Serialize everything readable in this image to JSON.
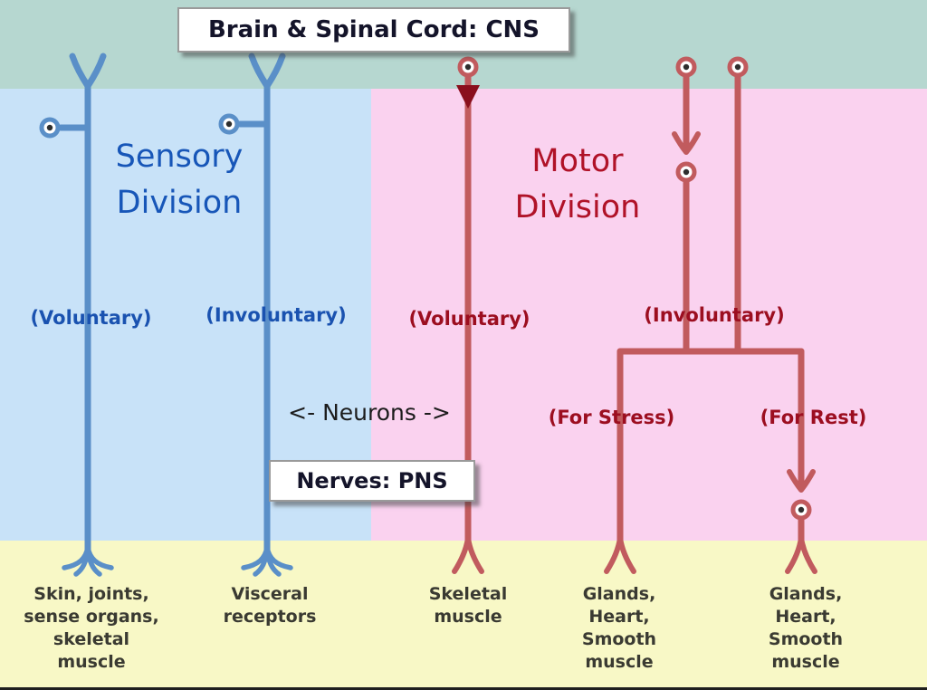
{
  "colors": {
    "cns_band_bg": "#b6d7d0",
    "sensory_bg": "#c8e2f8",
    "motor_bg": "#fad2ef",
    "targets_bg": "#f8f8c6",
    "sensory_line": "#5a8fc8",
    "sensory_title_text": "#1756b8",
    "sensory_label_text": "#1a52b0",
    "motor_line": "#c15b5e",
    "motor_title_text": "#b01228",
    "motor_label_text": "#9c0e20",
    "arrow": "#8a0f1d",
    "box_title_text": "#14142a",
    "target_text": "#3a3a32"
  },
  "cns": {
    "title": "Brain & Spinal Cord: CNS"
  },
  "pns": {
    "title": "Nerves: PNS"
  },
  "neurons_label": "<- Neurons ->",
  "sensory": {
    "division_title": "Sensory\nDivision",
    "voluntary_label": "(Voluntary)",
    "involuntary_label": "(Involuntary)"
  },
  "motor": {
    "division_title": "Motor\nDivision",
    "voluntary_label": "(Voluntary)",
    "involuntary_label": "(Involuntary)",
    "stress_label": "(For Stress)",
    "rest_label": "(For Rest)"
  },
  "targets": [
    {
      "name": "sensory-voluntary",
      "label": "Skin, joints,\nsense organs,\nskeletal\nmuscle"
    },
    {
      "name": "sensory-involuntary",
      "label": "Visceral\nreceptors"
    },
    {
      "name": "motor-voluntary",
      "label": "Skeletal\nmuscle"
    },
    {
      "name": "motor-for-stress",
      "label": "Glands,\nHeart,\nSmooth\nmuscle"
    },
    {
      "name": "motor-for-rest",
      "label": "Glands,\nHeart,\nSmooth\nmuscle"
    }
  ]
}
